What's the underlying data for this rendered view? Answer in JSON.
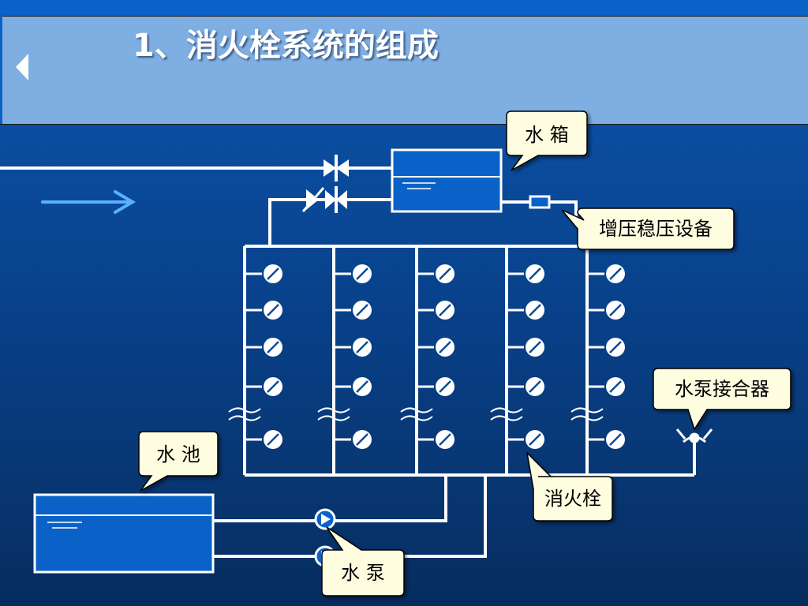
{
  "slide": {
    "title": "1、消火栓系统的组成"
  },
  "diagram": {
    "callouts": {
      "water_tank": "水 箱",
      "booster": "增压稳压设备",
      "pump_connector": "水泵接合器",
      "water_pool": "水 池",
      "hydrant": "消火栓",
      "pump": "水 泵"
    }
  },
  "colors": {
    "header_band": "#7faee3",
    "background": "#0a4a9a",
    "pipe": "#ffffff",
    "callout_fill": "#fffde0",
    "tank_fill": "#0a62c8",
    "flow_arrow": "#5ab0ff"
  },
  "icons": [
    "back-arrow-icon",
    "gate-valve-icon",
    "flow-arrow-icon",
    "hydrant-icon",
    "pump-icon",
    "pump-connector-icon"
  ]
}
